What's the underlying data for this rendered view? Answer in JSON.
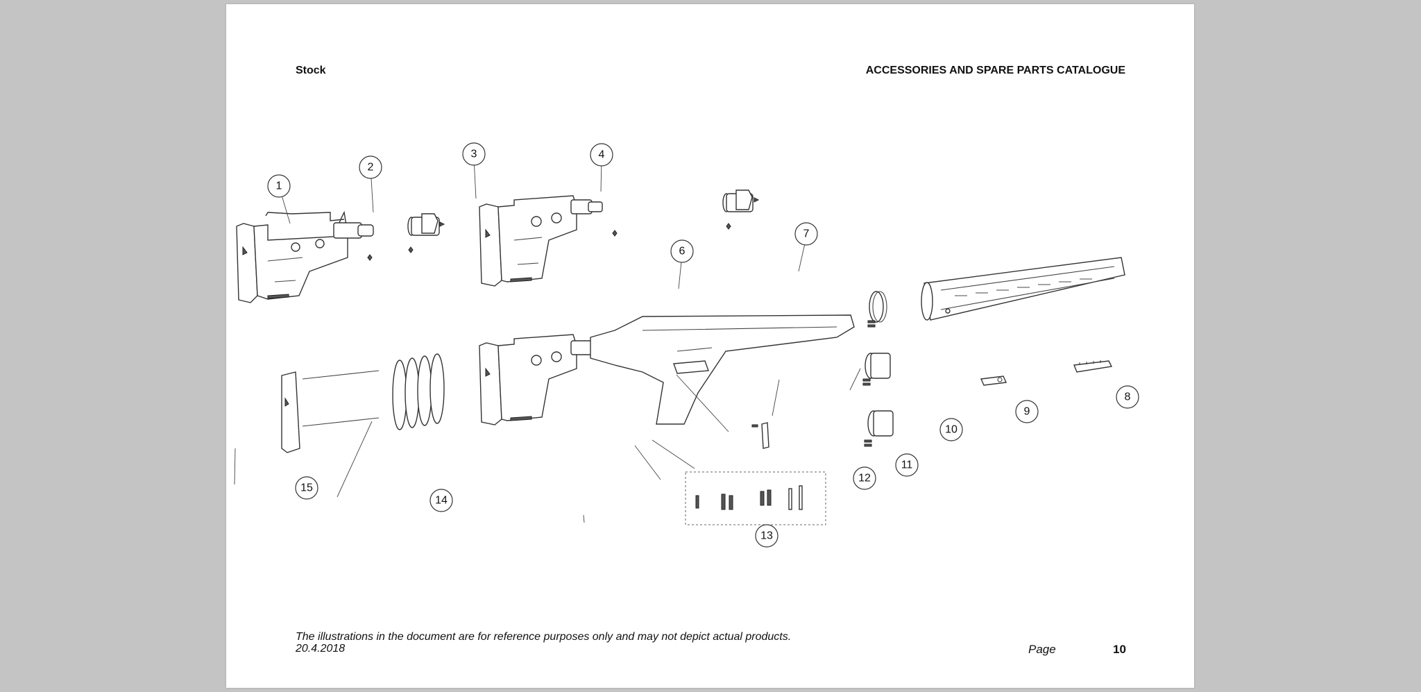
{
  "header": {
    "section_title": "Stock",
    "catalogue_title": "ACCESSORIES AND SPARE PARTS CATALOGUE"
  },
  "diagram": {
    "callouts": [
      "1",
      "2",
      "3",
      "4",
      "6",
      "7",
      "8",
      "9",
      "10",
      "11",
      "12",
      "13",
      "14",
      "15"
    ]
  },
  "footer": {
    "disclaimer": "The illustrations in the document are for reference purposes only and may not depict actual products.",
    "date": "20.4.2018",
    "page_label": "Page",
    "page_number": "10"
  }
}
